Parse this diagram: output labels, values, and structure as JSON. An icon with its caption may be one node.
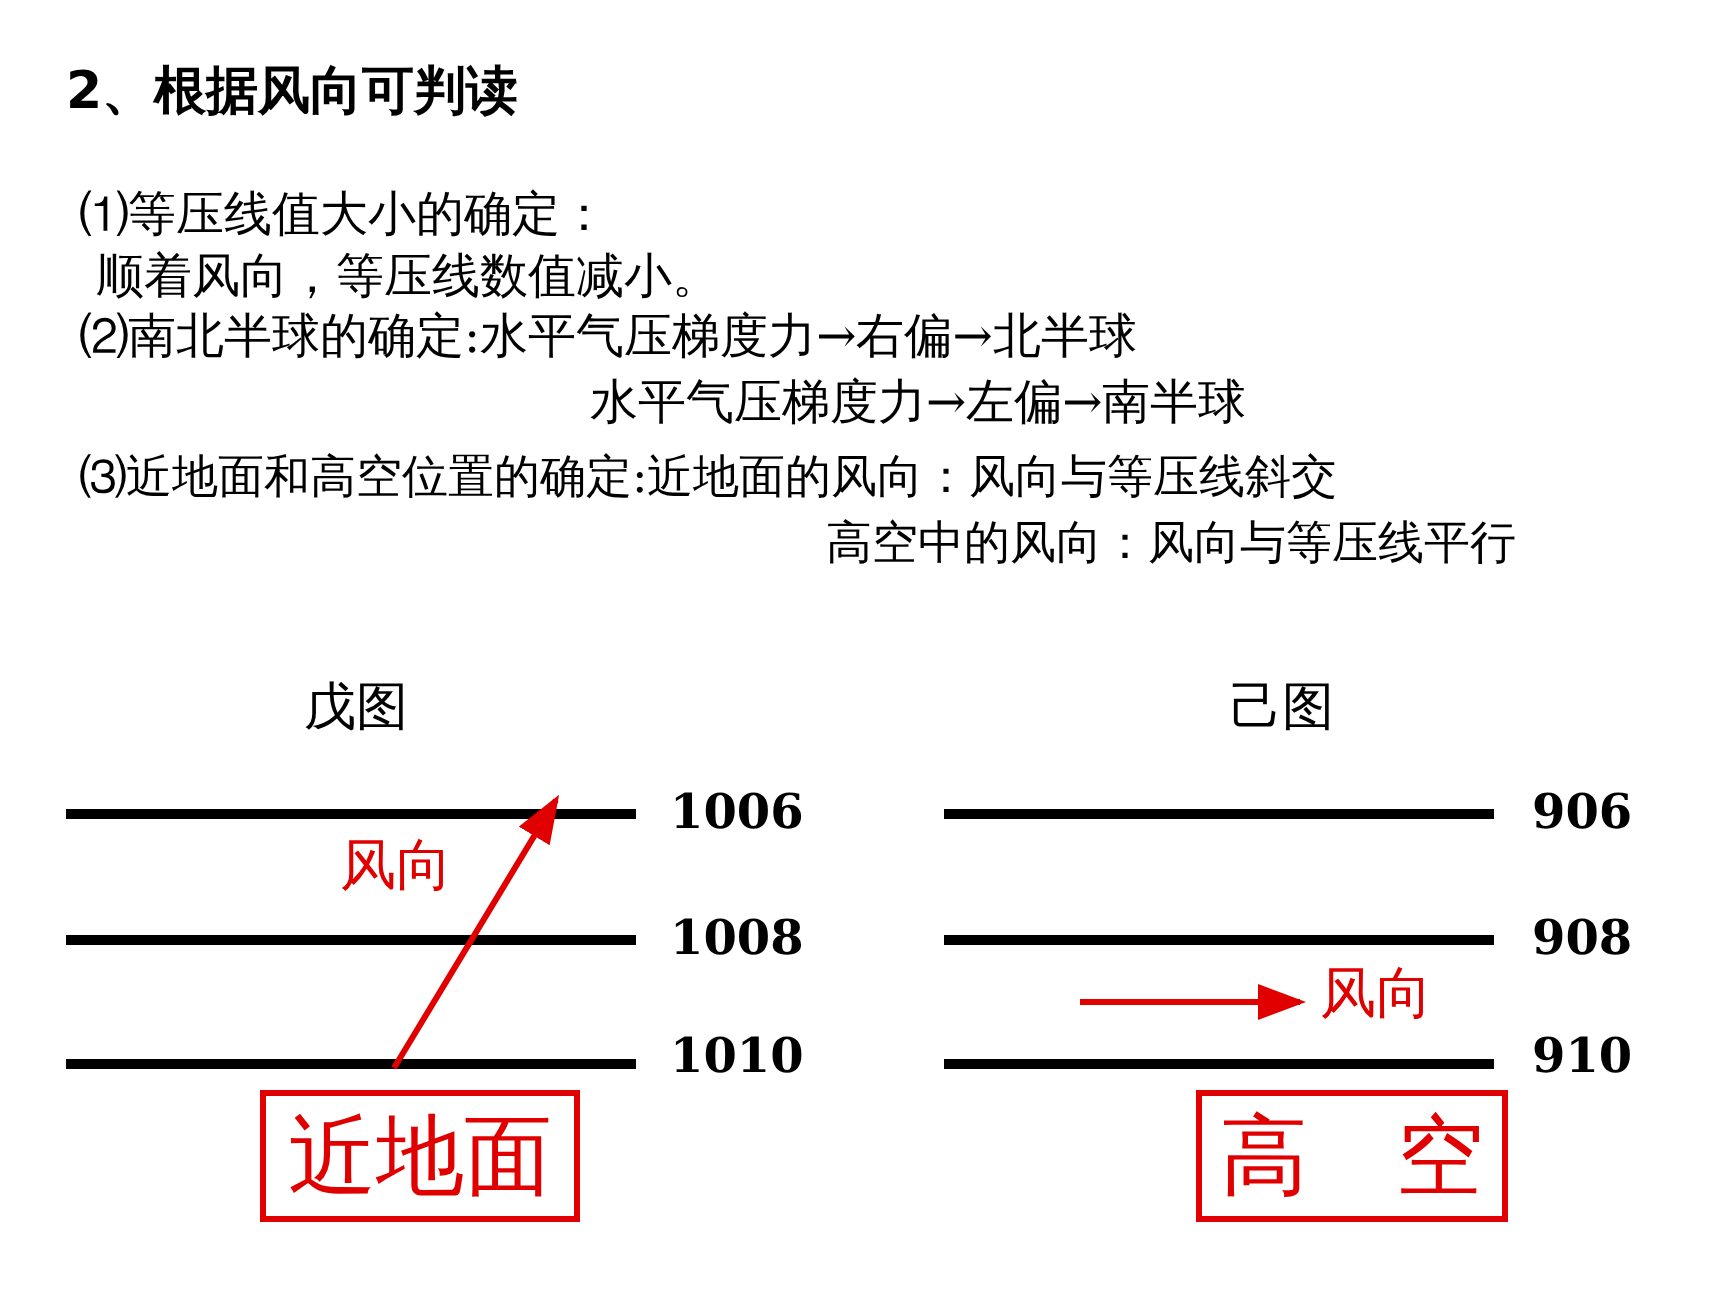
{
  "diagram": {
    "title": "2、根据风向可判读",
    "nodes": [
      {
        "text": [
          "近地面"
        ]
      },
      {
        "text": [
          "高　空"
        ]
      }
    ],
    "edges": [],
    "labels": [
      "⑴等压线值大小的确定：",
      "顺着风向，等压线数值减小。",
      "⑵南北半球的确定:水平气压梯度力→右偏→北半球",
      "水平气压梯度力→左偏→南半球",
      "⑶近地面和高空位置的确定:近地面的风向：风向与等压线斜交",
      "高空中的风向：风向与等压线平行",
      "戊图",
      "己图",
      "1006",
      "风向",
      "906",
      "1008",
      "908",
      "风向",
      "1010",
      "910"
    ]
  }
}
